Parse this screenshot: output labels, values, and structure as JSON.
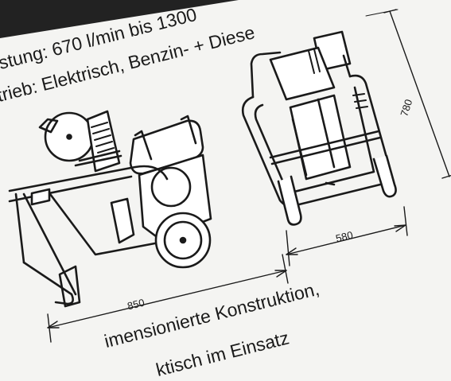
{
  "text": {
    "line1": "stung: 670 l/min bis 1300",
    "line2": "trieb: Elektrisch, Benzin- + Diese",
    "bottom1": "imensionierte Konstruktion,",
    "bottom2": "ktisch im Einsatz"
  },
  "dimensions": {
    "height": "780",
    "width_front": "580",
    "length": "850"
  },
  "colors": {
    "ink": "#1a1a1a",
    "paper": "#f4f4f2",
    "band": "#222222"
  }
}
